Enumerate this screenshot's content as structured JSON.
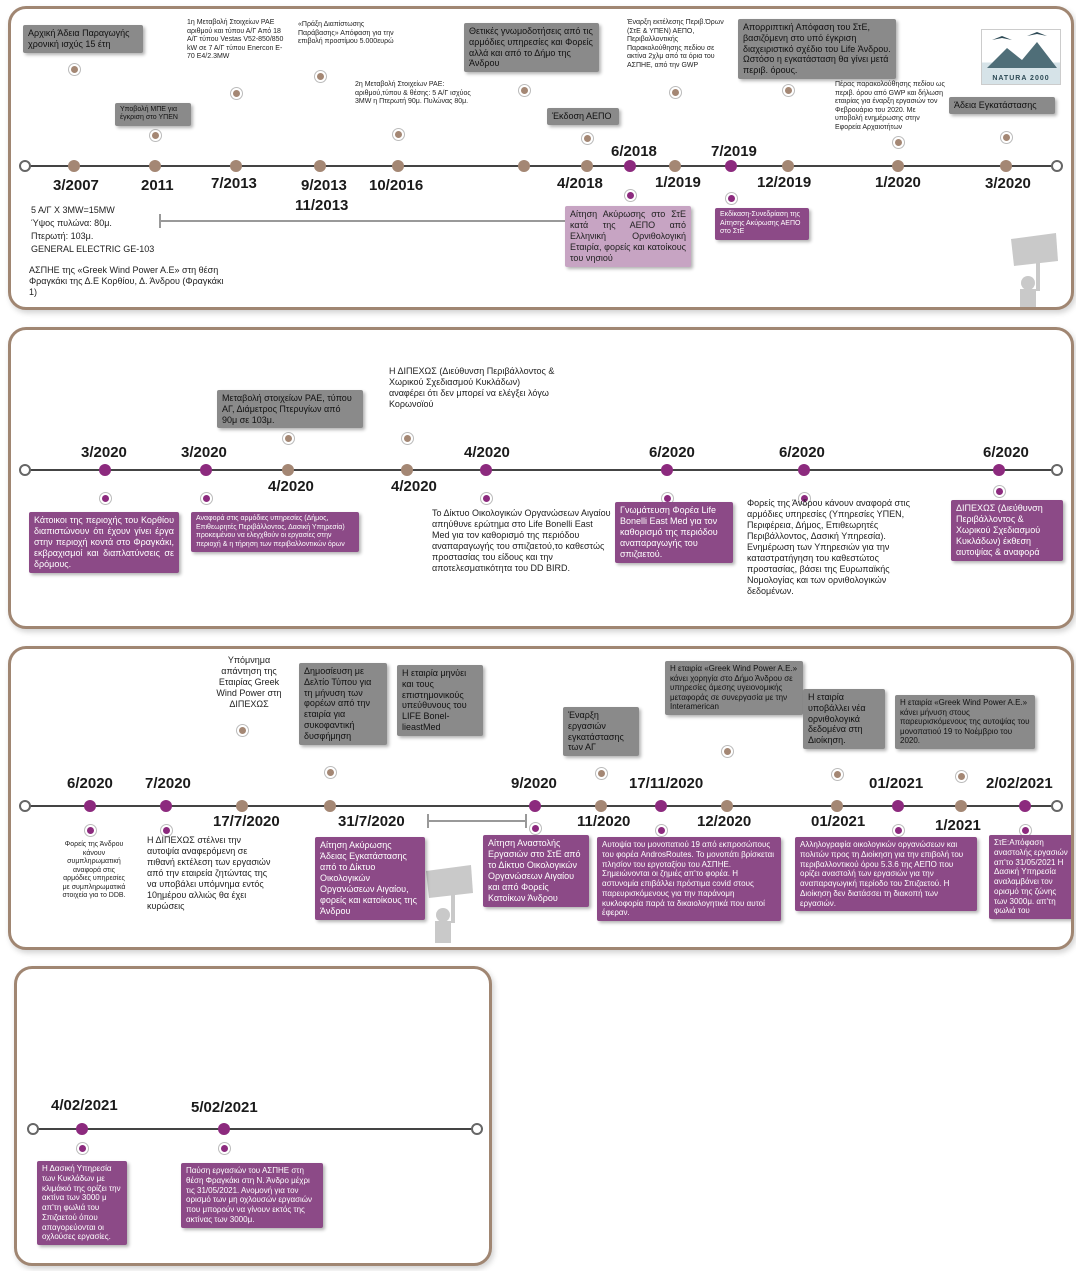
{
  "colors": {
    "brown": "#a48774",
    "purple": "#8c4a87",
    "gray": "#8a8a8a",
    "border": "#a08672"
  },
  "logo": {
    "label": "NATURA 2000"
  },
  "panel1": {
    "dates": {
      "d1": "3/2007",
      "d2": "2011",
      "d3": "7/2013",
      "d4": "9/2013",
      "d4b": "11/2013",
      "d5": "10/2016",
      "d6": "4/2018",
      "d7": "6/2018",
      "d8": "1/2019",
      "d9": "7/2019",
      "d10": "12/2019",
      "d11": "1/2020",
      "d12": "3/2020"
    },
    "g1": "Αρχική Άδεια Παραγωγής χρονική ισχύς 15 έτη",
    "g2": "Υποβολή ΜΠΕ για έγκριση στο ΥΠΕΝ",
    "n3": "1η Μεταβολή Στοιχείων ΡΑΕ αριθμού και τύπου Α/Γ Από 18 Α/Γ τύπου Vestas V52-850/850 kW σε 7 Α/Γ τύπου Enercon E-70 E4/2.3MW",
    "n4": "«Πράξη Διαπίστωσης Παράβασης» Απόφαση για την επιβολή προστίμου 5.000ευρώ",
    "n5": "2η Μεταβολή Στοιχείων ΡΑΕ: αριθμού,τύπου & θέσης: 5 Α/Γ ισχύος 3MW η Πτερωτή 90μ. Πυλώνας 80μ.",
    "g6": "Θετικές γνωμοδοτήσεις από τις αρμόδιες υπηρεσίες και Φορείς αλλά και από το Δήμο της Άνδρου",
    "g7": "Έκδοση ΑΕΠΟ",
    "n8": "Έναρξη εκτέλεσης Περιβ.Όρων (ΣτΕ & ΥΠΕΝ) ΑΕΠΟ, Περιβαλλοντικής Παρακολούθησης πεδίου σε ακτίνα 2χλμ από τα όρια του ΑΣΠΗΕ, από την GWP",
    "g9": "Απορριπτική Απόφαση του ΣτΕ, βασιζόμενη στο υπό έγκριση διαχειριστικό σχέδιο του Life Άνδρου. Ωστόσο η εγκατάσταση θα γίνει μετά περιβ. όρους.",
    "n10": "Πέρας παρακολούθησης πεδίου ως περιβ. όρου από GWP και δήλωση εταιρίας για έναρξη εργασιών τον Φεβρουάριο του 2020. Με υποβολή ενημέρωσης στην Εφορεία Αρχαιοτήτων",
    "g11": "Άδεια Εγκατάστασης",
    "left_text1": "5 Α/Γ Χ 3MW=15MW",
    "left_text2": "Ύψος πυλώνα: 80μ.",
    "left_text3": "Πτερωτή: 103μ.",
    "left_text4": "GENERAL ELECTRIC GE-103",
    "left_text5": "ΑΣΠΗΕ της «Greek Wind Power A.E» στη θέση Φραγκάκι της Δ.Ε Κορθίου, Δ. Άνδρου (Φραγκάκι 1)",
    "p7": "Αίτηση Ακύρωσης στο ΣτΕ κατά της ΑΕΠΟ από Ελληνική Ορνιθολογική Εταιρία, φορείς και κατοίκους του νησιού",
    "p9": "Εκδίκαση-Συνεδρίαση της Αίτησης Ακύρωσης ΑΕΠΟ στο ΣτΕ"
  },
  "panel2": {
    "dates": {
      "a": "3/2020",
      "b": "3/2020",
      "c": "4/2020",
      "d": "4/2020",
      "e": "4/2020",
      "f": "6/2020",
      "g": "6/2020",
      "h": "6/2020"
    },
    "g_c": "Μεταβολή στοιχείων ΡΑΕ, τύπου ΑΓ, Διάμετρος Πτερυγίων από 90μ σε 103μ.",
    "n_d": "Η ΔΙΠΕΧΩΣ (Διεύθυνση Περιβάλλοντος & Χωρικού Σχεδιασμού Κυκλάδων) αναφέρει ότι δεν μπορεί να ελέγξει λόγω Κορωνοϊού",
    "p_a": "Κάτοικοι της περιοχής του Κορθίου διαπιστώνουν ότι έχουν γίνει έργα στην περιοχή κοντά στο Φραγκάκι, εκβραχισμοί και διαπλατύνσεις σε δρόμους.",
    "p_b": "Αναφορά στις αρμόδιες υπηρεσίες (Δήμος, Επιθεωρητές Περιβάλλοντος, Δασική Υπηρεσία) προκειμένου να ελεγχθούν οι εργασίες στην περιοχή & η τήρηση των περιβαλλοντικών όρων",
    "n_e": "Το Δίκτυο Οικολογικών Οργανώσεων Αιγαίου απηύθυνε ερώτημα στο Life Bonelli East Med για τον καθορισμό της περιόδου αναπαραγωγής του σπιζαετού,το καθεστώς προστασίας του είδους και την αποτελεσματικότητα του DD BIRD.",
    "p_f": "Γνωμάτευση Φορέα Life Bonelli East Med για τον καθορισμό της περιόδου αναπαραγωγής του σπιζαετού.",
    "n_g": "Φορείς της Άνδρου κάνουν αναφορά στις αρμόδιες υπηρεσίες (Υπηρεσίες ΥΠΕΝ, Περιφέρεια, Δήμος, Επιθεωρητές Περιβάλλοντος, Δασική Υπηρεσία). Ενημέρωση των Υπηρεσιών για την καταστρατήγηση του καθεστώτος προστασίας, βάσει της Ευρωπαϊκής Νομολογίας και των ορνιθολογικών δεδομένων.",
    "p_h": "ΔΙΠΕΧΩΣ (Διεύθυνση Περιβάλλοντος & Χωρικού Σχεδιασμού Κυκλάδων) έκθεση αυτοψίας & αναφορά"
  },
  "panel3": {
    "dates": {
      "a": "6/2020",
      "b": "7/2020",
      "c": "17/7/2020",
      "d": "31/7/2020",
      "e": "9/2020",
      "f": "11/2020",
      "g": "17/11/2020",
      "h": "12/2020",
      "i": "01/2021",
      "j": "01/2021",
      "k": "1/2021",
      "l": "2/02/2021"
    },
    "n_a": "Φορείς της Άνδρου κάνουν συμπληρωματική αναφορά στις αρμόδιες υπηρεσίες με συμπληρωματικά στοιχεία για το DDB.",
    "n_b": "Η ΔΙΠΕΧΩΣ στέλνει την αυτοψία αναφερόμενη σε πιθανή εκτέλεση των εργασιών από την εταιρεία ζητώντας της να υποβάλει υπόμνημα εντός 10ημέρου αλλιώς θα έχει κυρώσεις",
    "n_c": "Υπόμνημα απάντηση της Εταιρίας Greek Wind Power στη ΔΙΠΕΧΩΣ",
    "g_d1": "Δημοσίευση με Δελτίο Τύπου για τη μήνυση των φορέων από την εταιρία για συκοφαντική δυσφήμηση",
    "g_d2": "Η εταιρία μηνύει και τους επιστημονικούς υπεύθυνους του LIFE Bonel-lieastMed",
    "p_d": "Αίτηση Ακύρωσης Άδειας Εγκατάστασης από το Δίκτυο Οικολογικών Οργανώσεων Αιγαίου, φορείς και κατοίκους της Άνδρου",
    "p_e": "Αίτηση Αναστολής Εργασιών στο ΣτΕ από το Δίκτυο Οικολογικών Οργανώσεων Αιγαίου και από Φορείς Κατοίκων Άνδρου",
    "g_f": "Έναρξη εργασιών εγκατάστασης των ΑΓ",
    "p_g": "Αυτοψία του μονοπατιού 19 από εκπροσώπους του φορέα AndrosRoutes. Το μονοπάτι βρίσκεται πλησίον του εργοταξίου του ΑΣΠΗΕ. Σημειώνονται οι ζημιές απ'το φορέα. Η αστυνομία επιβάλλει πρόστιμα covid στους παρευρισκόμενους για την παράνομη κυκλοφορία παρά τα δικαιολογητικά που αυτοί έφεραν.",
    "g_h": "Η εταιρία «Greek Wind Power A.E.» κάνει χορηγία στο Δήμο Άνδρου σε υπηρεσίες άμεσης υγειονομικής μεταφοράς σε συνεργασία με την Interamerican",
    "g_i": "Η εταιρία υποβάλλει νέα ορνιθολογικά δεδομένα στη Διοίκηση.",
    "p_i": "Αλληλογραφία οικολογικών οργανώσεων και πολιτών προς τη Διοίκηση για την επιβολή του περιβαλλοντικού όρου 5.3.6 της ΑΕΠΟ που ορίζει αναστολή των εργασιών για την αναπαραγωγική περίοδο του Σπιζαετού. Η Διοίκηση δεν διατάσσει τη διακοπή των εργασιών.",
    "g_k": "Η εταιρία «Greek Wind Power A.E.» κάνει μήνυση στους παρευρισκόμενους της αυτοψίας του μονοπατιού 19 το Νοέμβριο του 2020.",
    "p_l": "ΣτΕ:Απόφαση αναστολής εργασιών απ'το 31/05/2021 Η Δασική Υπηρεσία αναλαμβάνει τον ορισμό της ζώνης των 3000μ. απ'τη φωλιά του"
  },
  "panel4": {
    "dates": {
      "a": "4/02/2021",
      "b": "5/02/2021"
    },
    "p_a": "Η Δασική Υπηρεσία των Κυκλάδων με κλιμάκιό της ορίζει την ακτίνα των 3000 μ απ'τη φωλιά του Σπιζαετού όπου απαγορεύονται οι οχλούσες εργασίες.",
    "p_b": "Παύση εργασιών του ΑΣΠΗΕ στη θέση Φραγκάκι στη Ν. Άνδρο μέχρι τις 31/05/2021. Ανομονή για τον ορισμό των μη οχλουσών εργασιών που μπορούν να γίνουν εκτός της ακτίνας των 3000μ."
  }
}
